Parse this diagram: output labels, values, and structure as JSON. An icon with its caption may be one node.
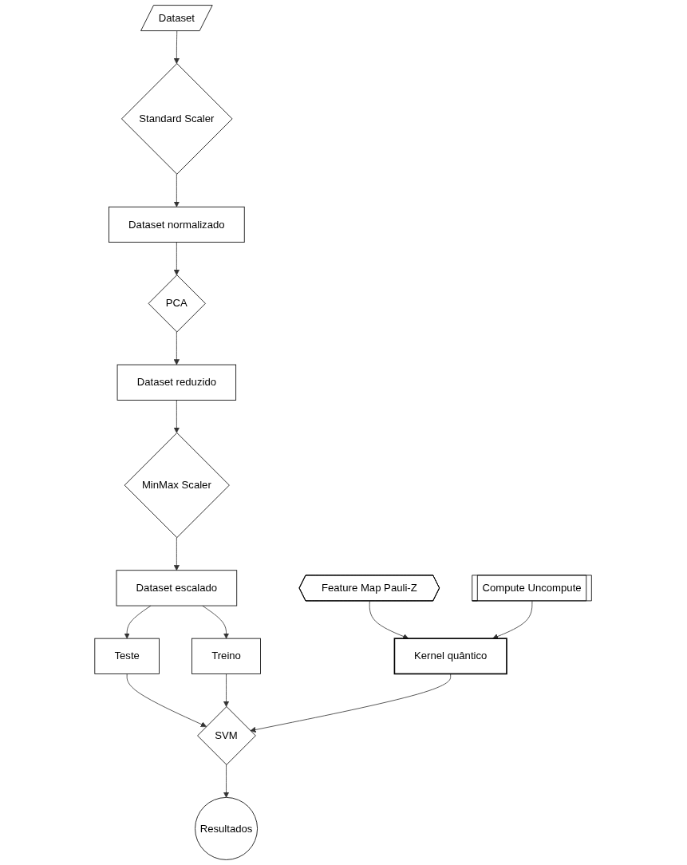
{
  "diagram": {
    "nodes": [
      {
        "text": [
          "Dataset"
        ]
      },
      {
        "text": [
          "Standard Scaler"
        ]
      },
      {
        "text": [
          "Dataset normalizado"
        ]
      },
      {
        "text": [
          "PCA"
        ]
      },
      {
        "text": [
          "Dataset reduzido"
        ]
      },
      {
        "text": [
          "MinMax Scaler"
        ]
      },
      {
        "text": [
          "Dataset escalado"
        ]
      },
      {
        "text": [
          "Teste"
        ]
      },
      {
        "text": [
          "Treino"
        ]
      },
      {
        "text": [
          "SVM"
        ]
      },
      {
        "text": [
          "Resultados"
        ]
      },
      {
        "text": [
          "Feature Map Pauli-Z"
        ]
      },
      {
        "text": [
          "Kernel quântico"
        ]
      },
      {
        "text": [
          "Compute Uncompute"
        ]
      }
    ],
    "edges": [
      {
        "from": 0,
        "to": 1,
        "arrow": "to"
      },
      {
        "from": 1,
        "to": 2,
        "arrow": "to"
      },
      {
        "from": 2,
        "to": 3,
        "arrow": "to"
      },
      {
        "from": 3,
        "to": 4,
        "arrow": "to"
      },
      {
        "from": 4,
        "to": 5,
        "arrow": "to"
      },
      {
        "from": 5,
        "to": 6,
        "arrow": "to"
      },
      {
        "from": 6,
        "to": 7,
        "arrow": "to"
      },
      {
        "from": 6,
        "to": 8,
        "arrow": "to"
      },
      {
        "from": 7,
        "to": 9,
        "arrow": "to"
      },
      {
        "from": 8,
        "to": 9,
        "arrow": "to"
      },
      {
        "from": 9,
        "to": 10,
        "arrow": "to"
      },
      {
        "from": 11,
        "to": 12,
        "arrow": "to"
      },
      {
        "from": 13,
        "to": 12,
        "arrow": "to"
      },
      {
        "from": 12,
        "to": 9,
        "arrow": "to"
      }
    ]
  }
}
